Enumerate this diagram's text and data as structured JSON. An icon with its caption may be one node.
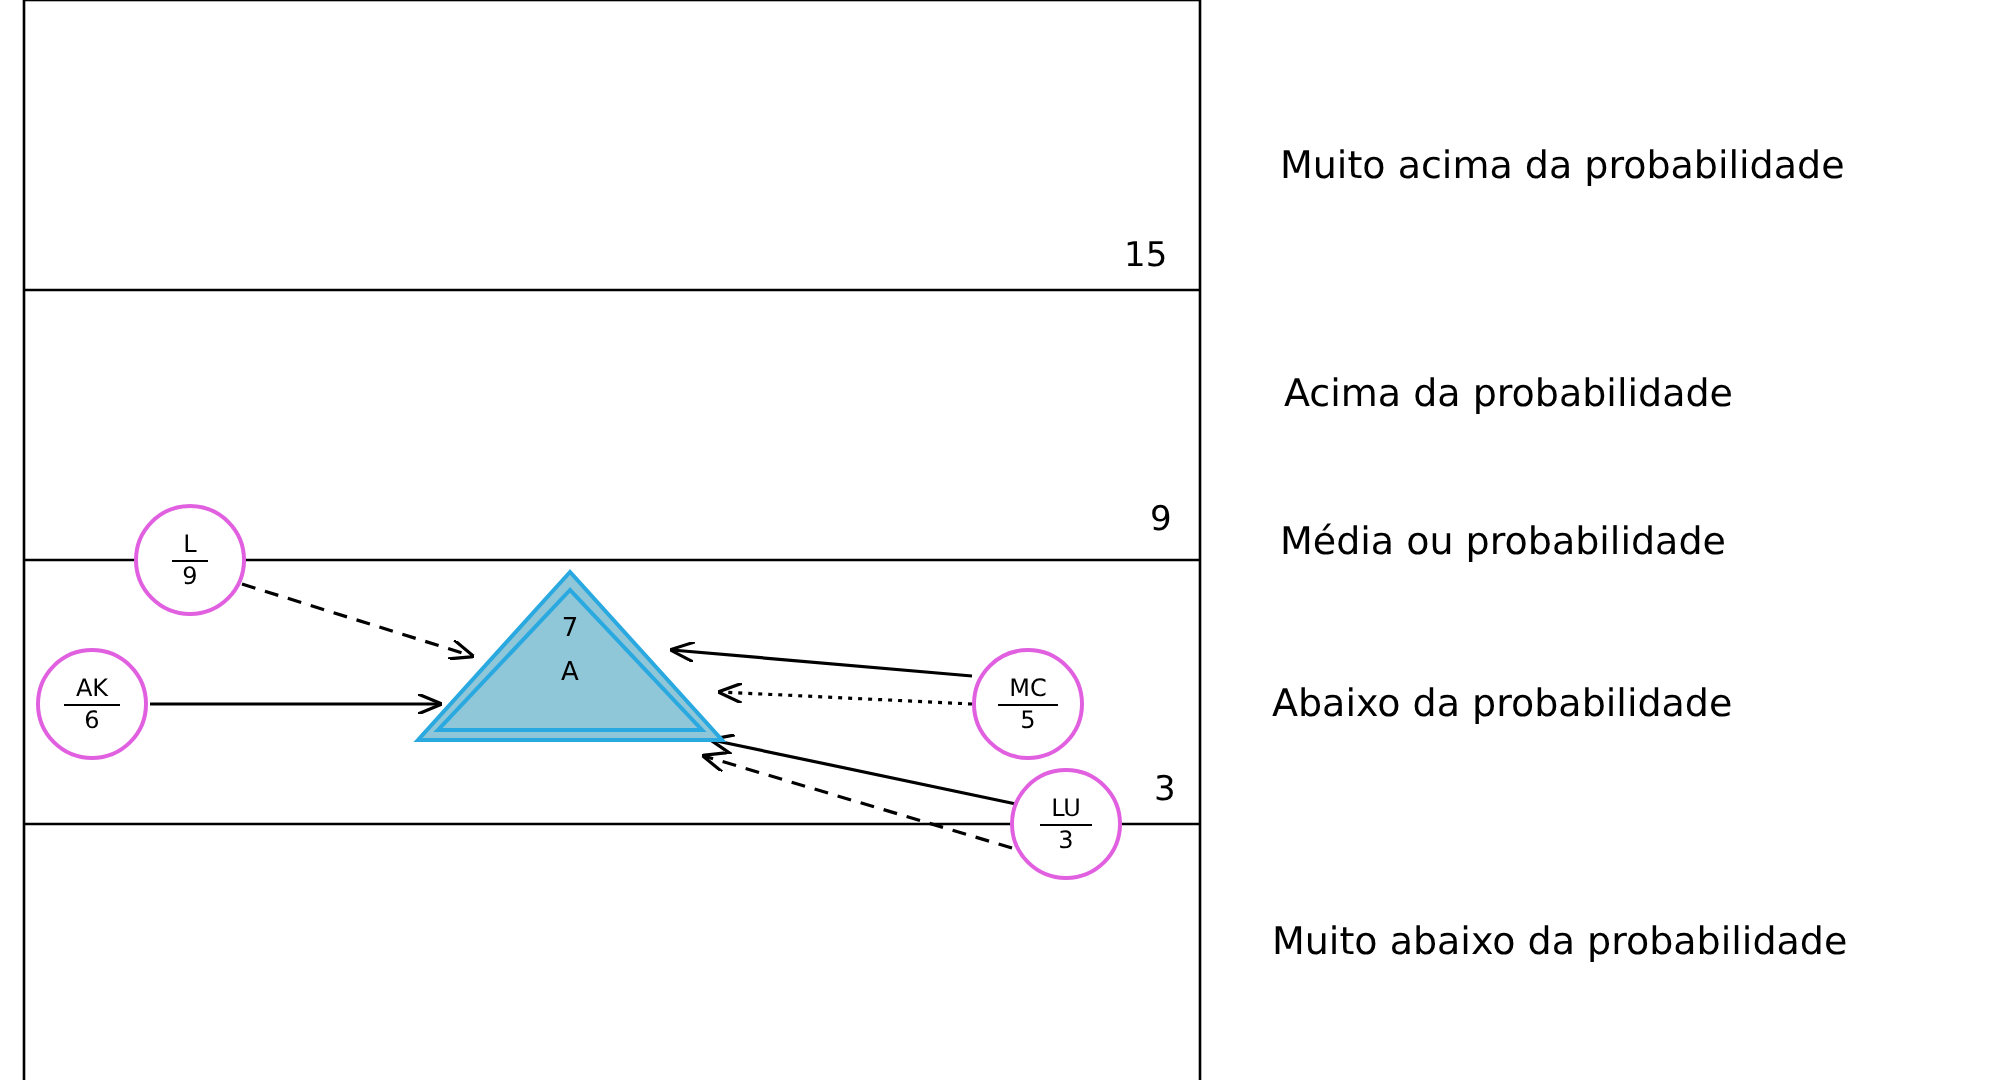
{
  "diagram": {
    "nodes": [
      {
        "text": [
          "L",
          "9"
        ]
      },
      {
        "text": [
          "AK",
          "6"
        ]
      },
      {
        "text": [
          "7",
          "A"
        ]
      },
      {
        "text": [
          "MC",
          "5"
        ]
      },
      {
        "text": [
          "LU",
          "3"
        ]
      }
    ],
    "edges": [
      {
        "from": 0,
        "to": 2,
        "arrow": "to",
        "style": "dashed"
      },
      {
        "from": 1,
        "to": 2,
        "arrow": "to"
      },
      {
        "from": 3,
        "to": 2,
        "arrow": "to"
      },
      {
        "from": 3,
        "to": 2,
        "arrow": "to",
        "style": "dashed"
      },
      {
        "from": 4,
        "to": 2,
        "arrow": "to"
      },
      {
        "from": 4,
        "to": 2,
        "arrow": "to",
        "style": "dashed"
      }
    ],
    "labels": [
      "Muito acima da probabilidade",
      "15",
      "Acima da probabilidade",
      "9",
      "Média ou probabilidade",
      "Abaixo da probabilidade",
      "3",
      "Muito abaixo da probabilidade"
    ]
  }
}
